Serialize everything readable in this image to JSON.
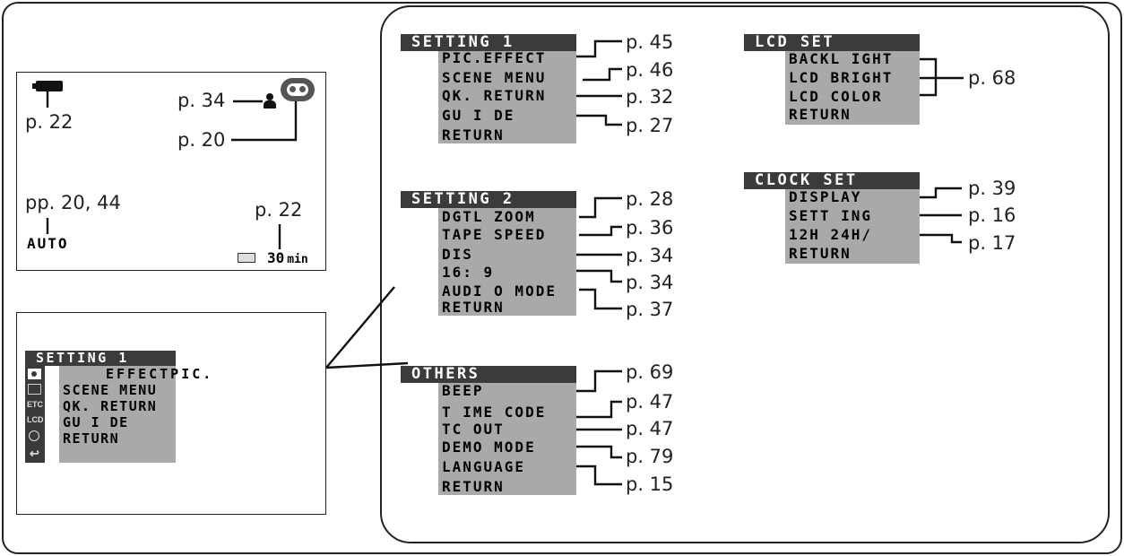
{
  "screen": {
    "battery_ref": "p. 22",
    "person_ref": "p. 34",
    "tape_ref": "p. 20",
    "mode_ref": "pp. 20, 44",
    "mode_text": "AUTO",
    "time_ref": "p. 22",
    "remaining": "30",
    "remaining_unit": "min"
  },
  "screen_menu": {
    "title": "SETTING 1",
    "items": [
      "EFFECTPIC.",
      "SCENE MENU",
      "QK. RETURN",
      "GU I DE",
      "RETURN"
    ],
    "icons": [
      "camera-icon",
      "play-icon",
      "etc-icon",
      "lcd-icon",
      "clock-icon",
      "return-icon"
    ],
    "icon_labels": [
      "ETC",
      "LCD"
    ]
  },
  "menus": {
    "setting1": {
      "title": "SETTING 1",
      "items": [
        "PIC.EFFECT",
        "SCENE MENU",
        "QK. RETURN",
        "GU I DE",
        "RETURN"
      ],
      "refs": [
        "p. 45",
        "p. 46",
        "p. 32",
        "p. 27"
      ]
    },
    "setting2": {
      "title": "SETTING 2",
      "items": [
        "DGTL ZOOM",
        "TAPE SPEED",
        "DIS",
        "16: 9",
        "AUDI O MODE",
        "RETURN"
      ],
      "refs": [
        "p. 28",
        "p. 36",
        "p. 34",
        "p. 34",
        "p. 37"
      ]
    },
    "others": {
      "title": "OTHERS",
      "items": [
        "BEEP",
        "T IME CODE",
        "TC OUT",
        "DEMO MODE",
        "LANGUAGE",
        "RETURN"
      ],
      "refs": [
        "p. 69",
        "p. 47",
        "p. 47",
        "p. 79",
        "p. 15"
      ]
    },
    "lcdset": {
      "title": "LCD SET",
      "items": [
        "BACKL IGHT",
        "LCD BRIGHT",
        "LCD COLOR",
        "RETURN"
      ],
      "refs": [
        "p. 68"
      ]
    },
    "clockset": {
      "title": "CLOCK SET",
      "items": [
        "DISPLAY",
        "SETT ING",
        "12H 24H/",
        "RETURN"
      ],
      "refs": [
        "p. 39",
        "p. 16",
        "p. 17"
      ]
    }
  }
}
